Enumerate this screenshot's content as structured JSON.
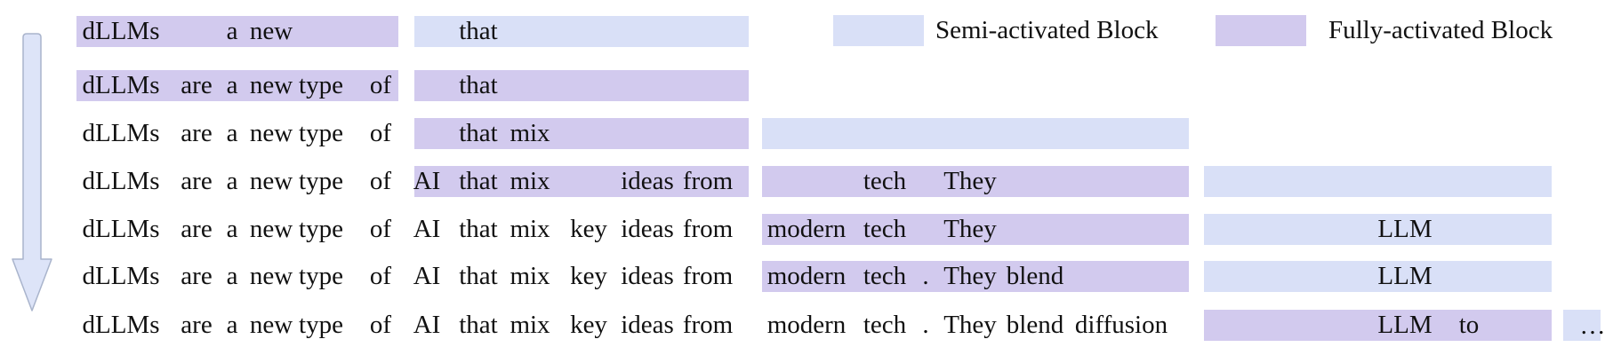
{
  "colors": {
    "semi": "#d9e0f7",
    "fully": "#d2caee",
    "arrow_fill": "#dde4f8",
    "arrow_stroke": "#a9b4cc"
  },
  "legend": {
    "semi_label": "Semi-activated Block",
    "fully_label": "Fully-activated Block"
  },
  "ellipsis": "…",
  "rows": [
    {
      "blocks": [
        {
          "col": 0,
          "kind": "fully"
        },
        {
          "col": 1,
          "kind": "semi"
        }
      ],
      "words": [
        {
          "text": "dLLMs",
          "slot": 0
        },
        {
          "text": "a",
          "slot": 2
        },
        {
          "text": "new",
          "slot": 3
        },
        {
          "text": "that",
          "slot": 7
        }
      ]
    },
    {
      "blocks": [
        {
          "col": 0,
          "kind": "fully"
        },
        {
          "col": 1,
          "kind": "fully"
        }
      ],
      "words": [
        {
          "text": "dLLMs",
          "slot": 0
        },
        {
          "text": "are",
          "slot": 1
        },
        {
          "text": "a",
          "slot": 2
        },
        {
          "text": "new",
          "slot": 3
        },
        {
          "text": "type",
          "slot": 4
        },
        {
          "text": "of",
          "slot": 5
        },
        {
          "text": "that",
          "slot": 7
        }
      ]
    },
    {
      "blocks": [
        {
          "col": 1,
          "kind": "fully"
        },
        {
          "col": 2,
          "kind": "semi"
        }
      ],
      "words": [
        {
          "text": "dLLMs",
          "slot": 0
        },
        {
          "text": "are",
          "slot": 1
        },
        {
          "text": "a",
          "slot": 2
        },
        {
          "text": "new",
          "slot": 3
        },
        {
          "text": "type",
          "slot": 4
        },
        {
          "text": "of",
          "slot": 5
        },
        {
          "text": "that",
          "slot": 7
        },
        {
          "text": "mix",
          "slot": 8
        }
      ]
    },
    {
      "blocks": [
        {
          "col": 1,
          "kind": "fully"
        },
        {
          "col": 2,
          "kind": "fully"
        },
        {
          "col": 3,
          "kind": "semi"
        }
      ],
      "words": [
        {
          "text": "dLLMs",
          "slot": 0
        },
        {
          "text": "are",
          "slot": 1
        },
        {
          "text": "a",
          "slot": 2
        },
        {
          "text": "new",
          "slot": 3
        },
        {
          "text": "type",
          "slot": 4
        },
        {
          "text": "of",
          "slot": 5
        },
        {
          "text": "AI",
          "slot": 6
        },
        {
          "text": "that",
          "slot": 7
        },
        {
          "text": "mix",
          "slot": 8
        },
        {
          "text": "ideas",
          "slot": 10
        },
        {
          "text": "from",
          "slot": 11
        },
        {
          "text": "tech",
          "slot": 13
        },
        {
          "text": "They",
          "slot": 15
        }
      ]
    },
    {
      "blocks": [
        {
          "col": 2,
          "kind": "fully"
        },
        {
          "col": 3,
          "kind": "semi"
        }
      ],
      "words": [
        {
          "text": "dLLMs",
          "slot": 0
        },
        {
          "text": "are",
          "slot": 1
        },
        {
          "text": "a",
          "slot": 2
        },
        {
          "text": "new",
          "slot": 3
        },
        {
          "text": "type",
          "slot": 4
        },
        {
          "text": "of",
          "slot": 5
        },
        {
          "text": "AI",
          "slot": 6
        },
        {
          "text": "that",
          "slot": 7
        },
        {
          "text": "mix",
          "slot": 8
        },
        {
          "text": "key",
          "slot": 9
        },
        {
          "text": "ideas",
          "slot": 10
        },
        {
          "text": "from",
          "slot": 11
        },
        {
          "text": "modern",
          "slot": 12
        },
        {
          "text": "tech",
          "slot": 13
        },
        {
          "text": "They",
          "slot": 15
        },
        {
          "text": "LLM",
          "slot": 20
        }
      ]
    },
    {
      "blocks": [
        {
          "col": 2,
          "kind": "fully"
        },
        {
          "col": 3,
          "kind": "semi"
        }
      ],
      "words": [
        {
          "text": "dLLMs",
          "slot": 0
        },
        {
          "text": "are",
          "slot": 1
        },
        {
          "text": "a",
          "slot": 2
        },
        {
          "text": "new",
          "slot": 3
        },
        {
          "text": "type",
          "slot": 4
        },
        {
          "text": "of",
          "slot": 5
        },
        {
          "text": "AI",
          "slot": 6
        },
        {
          "text": "that",
          "slot": 7
        },
        {
          "text": "mix",
          "slot": 8
        },
        {
          "text": "key",
          "slot": 9
        },
        {
          "text": "ideas",
          "slot": 10
        },
        {
          "text": "from",
          "slot": 11
        },
        {
          "text": "modern",
          "slot": 12
        },
        {
          "text": "tech",
          "slot": 13
        },
        {
          "text": ".",
          "slot": 14
        },
        {
          "text": "They",
          "slot": 15
        },
        {
          "text": "blend",
          "slot": 16
        },
        {
          "text": "LLM",
          "slot": 20
        }
      ]
    },
    {
      "blocks": [
        {
          "col": 3,
          "kind": "fully"
        },
        {
          "col": 4,
          "kind": "semi"
        }
      ],
      "words": [
        {
          "text": "dLLMs",
          "slot": 0
        },
        {
          "text": "are",
          "slot": 1
        },
        {
          "text": "a",
          "slot": 2
        },
        {
          "text": "new",
          "slot": 3
        },
        {
          "text": "type",
          "slot": 4
        },
        {
          "text": "of",
          "slot": 5
        },
        {
          "text": "AI",
          "slot": 6
        },
        {
          "text": "that",
          "slot": 7
        },
        {
          "text": "mix",
          "slot": 8
        },
        {
          "text": "key",
          "slot": 9
        },
        {
          "text": "ideas",
          "slot": 10
        },
        {
          "text": "from",
          "slot": 11
        },
        {
          "text": "modern",
          "slot": 12
        },
        {
          "text": "tech",
          "slot": 13
        },
        {
          "text": ".",
          "slot": 14
        },
        {
          "text": "They",
          "slot": 15
        },
        {
          "text": "blend",
          "slot": 16
        },
        {
          "text": "diffusion",
          "slot": 17
        },
        {
          "text": "LLM",
          "slot": 20
        },
        {
          "text": "to",
          "slot": 21
        }
      ]
    }
  ]
}
